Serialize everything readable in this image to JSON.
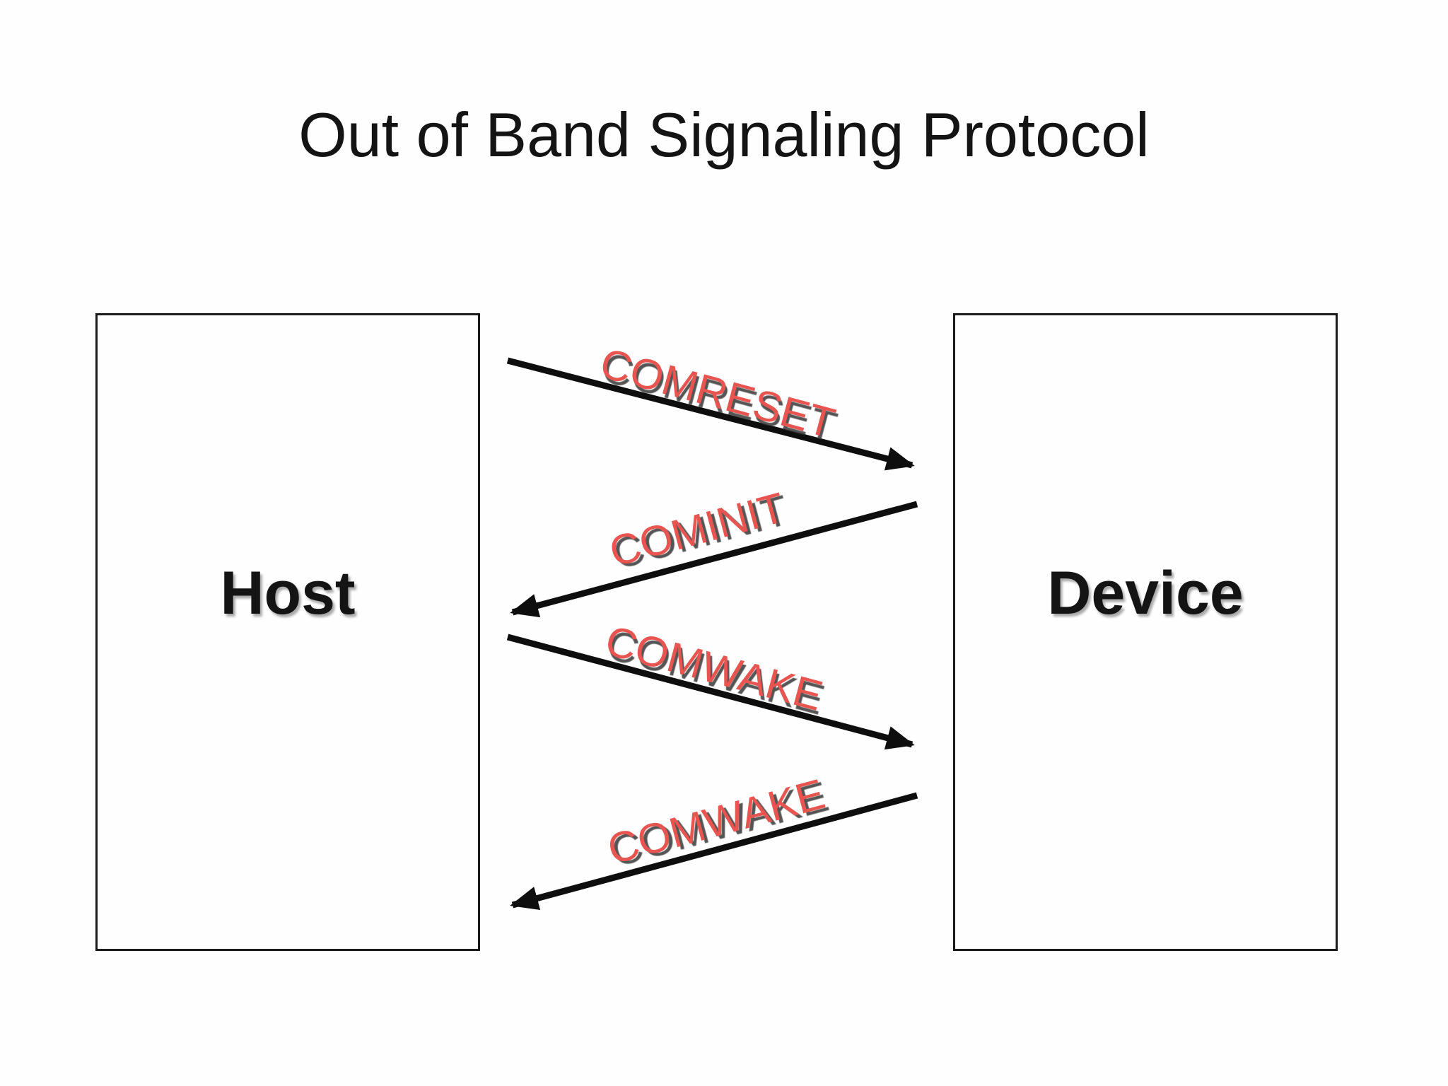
{
  "title": "Out of Band Signaling Protocol",
  "nodes": {
    "host": {
      "label": "Host"
    },
    "device": {
      "label": "Device"
    }
  },
  "signals": [
    {
      "label": "COMRESET",
      "from": "host",
      "to": "device",
      "direction": "right"
    },
    {
      "label": "COMINIT",
      "from": "device",
      "to": "host",
      "direction": "left"
    },
    {
      "label": "COMWAKE",
      "from": "host",
      "to": "device",
      "direction": "right"
    },
    {
      "label": "COMWAKE",
      "from": "device",
      "to": "host",
      "direction": "left"
    }
  ],
  "colors": {
    "signal_label_red": "#e8544f",
    "signal_label_shadow": "#373737",
    "arrow_black": "#0e0e0e",
    "text_black": "#141414",
    "background": "#fefefe"
  }
}
